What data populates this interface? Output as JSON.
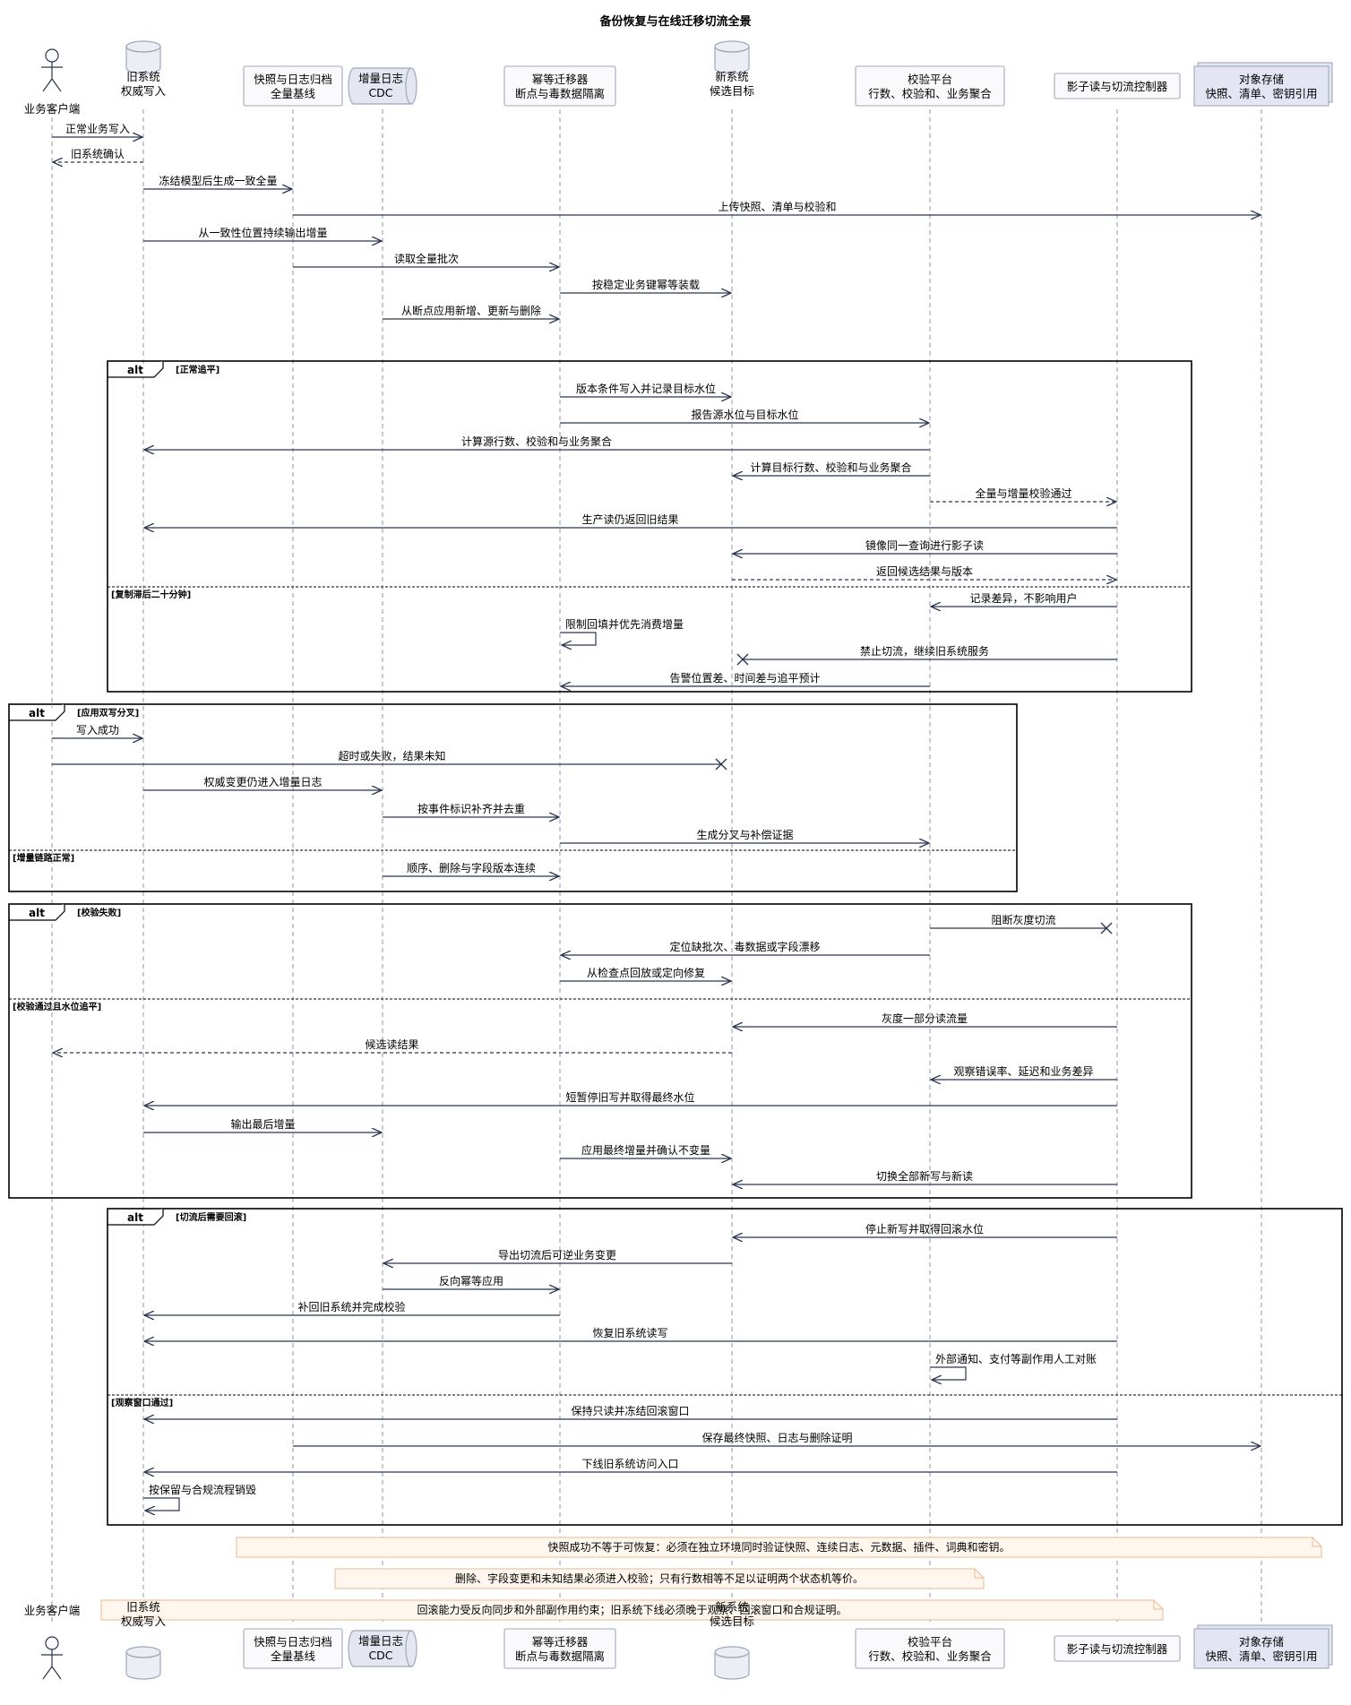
{
  "title": "备份恢复与在线迁移切流全景",
  "participants": [
    {
      "id": "client",
      "kind": "actor",
      "lines": [
        "业务客户端"
      ]
    },
    {
      "id": "old",
      "kind": "database",
      "lines": [
        "旧系统",
        "权威写入"
      ]
    },
    {
      "id": "snap",
      "kind": "box",
      "lines": [
        "快照与日志归档",
        "全量基线"
      ]
    },
    {
      "id": "cdc",
      "kind": "queue",
      "lines": [
        "增量日志",
        "CDC"
      ]
    },
    {
      "id": "mig",
      "kind": "box",
      "lines": [
        "幂等迁移器",
        "断点与毒数据隔离"
      ]
    },
    {
      "id": "new",
      "kind": "database",
      "lines": [
        "新系统",
        "候选目标"
      ]
    },
    {
      "id": "ver",
      "kind": "box",
      "lines": [
        "校验平台",
        "行数、校验和、业务聚合"
      ]
    },
    {
      "id": "shadow",
      "kind": "box",
      "lines": [
        "影子读与切流控制器"
      ]
    },
    {
      "id": "obj",
      "kind": "collections",
      "lines": [
        "对象存储",
        "快照、清单、密钥引用"
      ]
    }
  ],
  "messages": [
    {
      "from": "client",
      "to": "old",
      "label": "正常业务写入",
      "style": "solid"
    },
    {
      "from": "old",
      "to": "client",
      "label": "旧系统确认",
      "style": "dashed"
    },
    {
      "from": "old",
      "to": "snap",
      "label": "冻结模型后生成一致全量",
      "style": "solid"
    },
    {
      "from": "snap",
      "to": "obj",
      "label": "上传快照、清单与校验和",
      "style": "solid"
    },
    {
      "from": "old",
      "to": "cdc",
      "label": "从一致性位置持续输出增量",
      "style": "solid"
    },
    {
      "from": "snap",
      "to": "mig",
      "label": "读取全量批次",
      "style": "solid"
    },
    {
      "from": "mig",
      "to": "new",
      "label": "按稳定业务键幂等装载",
      "style": "solid"
    },
    {
      "from": "cdc",
      "to": "mig",
      "label": "从断点应用新增、更新与删除",
      "style": "solid"
    },
    {
      "from": "mig",
      "to": "new",
      "label": "版本条件写入并记录目标水位",
      "style": "solid"
    },
    {
      "from": "mig",
      "to": "ver",
      "label": "报告源水位与目标水位",
      "style": "solid"
    },
    {
      "from": "ver",
      "to": "old",
      "label": "计算源行数、校验和与业务聚合",
      "style": "solid"
    },
    {
      "from": "ver",
      "to": "new",
      "label": "计算目标行数、校验和与业务聚合",
      "style": "solid"
    },
    {
      "from": "ver",
      "to": "shadow",
      "label": "全量与增量校验通过",
      "style": "dashed"
    },
    {
      "from": "shadow",
      "to": "old",
      "label": "生产读仍返回旧结果",
      "style": "solid"
    },
    {
      "from": "shadow",
      "to": "new",
      "label": "镜像同一查询进行影子读",
      "style": "solid"
    },
    {
      "from": "new",
      "to": "shadow",
      "label": "返回候选结果与版本",
      "style": "dashed"
    },
    {
      "from": "shadow",
      "to": "ver",
      "label": "记录差异，不影响用户",
      "style": "solid"
    },
    {
      "from": "mig",
      "to": "mig",
      "label": "限制回填并优先消费增量",
      "style": "self"
    },
    {
      "from": "shadow",
      "to": "new",
      "label": "禁止切流，继续旧系统服务",
      "style": "lost"
    },
    {
      "from": "ver",
      "to": "mig",
      "label": "告警位置差、时间差与追平预计",
      "style": "solid"
    },
    {
      "from": "client",
      "to": "old",
      "label": "写入成功",
      "style": "solid"
    },
    {
      "from": "client",
      "to": "new",
      "label": "超时或失败，结果未知",
      "style": "lost"
    },
    {
      "from": "old",
      "to": "cdc",
      "label": "权威变更仍进入增量日志",
      "style": "solid"
    },
    {
      "from": "cdc",
      "to": "mig",
      "label": "按事件标识补齐并去重",
      "style": "solid"
    },
    {
      "from": "mig",
      "to": "ver",
      "label": "生成分叉与补偿证据",
      "style": "solid"
    },
    {
      "from": "cdc",
      "to": "mig",
      "label": "顺序、删除与字段版本连续",
      "style": "solid"
    },
    {
      "from": "ver",
      "to": "shadow",
      "label": "阻断灰度切流",
      "style": "lost"
    },
    {
      "from": "ver",
      "to": "mig",
      "label": "定位缺批次、毒数据或字段漂移",
      "style": "solid"
    },
    {
      "from": "mig",
      "to": "new",
      "label": "从检查点回放或定向修复",
      "style": "solid"
    },
    {
      "from": "shadow",
      "to": "new",
      "label": "灰度一部分读流量",
      "style": "solid"
    },
    {
      "from": "new",
      "to": "client",
      "label": "候选读结果",
      "style": "dashed"
    },
    {
      "from": "shadow",
      "to": "ver",
      "label": "观察错误率、延迟和业务差异",
      "style": "solid"
    },
    {
      "from": "shadow",
      "to": "old",
      "label": "短暂停旧写并取得最终水位",
      "style": "solid"
    },
    {
      "from": "old",
      "to": "cdc",
      "label": "输出最后增量",
      "style": "solid"
    },
    {
      "from": "mig",
      "to": "new",
      "label": "应用最终增量并确认不变量",
      "style": "solid"
    },
    {
      "from": "shadow",
      "to": "new",
      "label": "切换全部新写与新读",
      "style": "solid"
    },
    {
      "from": "shadow",
      "to": "new",
      "label": "停止新写并取得回滚水位",
      "style": "solid"
    },
    {
      "from": "new",
      "to": "cdc",
      "label": "导出切流后可逆业务变更",
      "style": "solid"
    },
    {
      "from": "cdc",
      "to": "mig",
      "label": "反向幂等应用",
      "style": "solid"
    },
    {
      "from": "mig",
      "to": "old",
      "label": "补回旧系统并完成校验",
      "style": "solid"
    },
    {
      "from": "shadow",
      "to": "old",
      "label": "恢复旧系统读写",
      "style": "solid"
    },
    {
      "from": "ver",
      "to": "ver",
      "label": "外部通知、支付等副作用人工对账",
      "style": "self"
    },
    {
      "from": "shadow",
      "to": "old",
      "label": "保持只读并冻结回滚窗口",
      "style": "solid"
    },
    {
      "from": "snap",
      "to": "obj",
      "label": "保存最终快照、日志与删除证明",
      "style": "solid"
    },
    {
      "from": "shadow",
      "to": "old",
      "label": "下线旧系统访问入口",
      "style": "solid"
    },
    {
      "from": "old",
      "to": "old",
      "label": "按保留与合规流程销毁",
      "style": "self"
    }
  ],
  "frames": [
    {
      "kind": "alt",
      "guards": [
        "[正常追平]",
        "[复制滞后二十分钟]"
      ]
    },
    {
      "kind": "alt",
      "guards": [
        "[应用双写分叉]",
        "[增量链路正常]"
      ]
    },
    {
      "kind": "alt",
      "guards": [
        "[校验失败]",
        "[校验通过且水位追平]"
      ]
    },
    {
      "kind": "alt",
      "guards": [
        "[切流后需要回滚]",
        "[观察窗口通过]"
      ]
    }
  ],
  "notes": [
    "快照成功不等于可恢复：必须在独立环境同时验证快照、连续日志、元数据、插件、词典和密钥。",
    "删除、字段变更和未知结果必须进入校验；只有行数相等不足以证明两个状态机等价。",
    "回滚能力受反向同步和外部副作用约束；旧系统下线必须晚于观察、回滚窗口和合规证明。"
  ],
  "colors": {
    "line": "#2a3650",
    "lifeline": "#8b96aa",
    "participant_fill": "#fafafc",
    "participant_stroke": "#a0a8b8",
    "db_fill": "#eceef4",
    "queue_fill": "#e4e6f2",
    "collections_fill": "#e3e5f2",
    "note_fill": "#fff7ee",
    "note_stroke": "#e8b890",
    "frame_stroke": "#000000"
  }
}
